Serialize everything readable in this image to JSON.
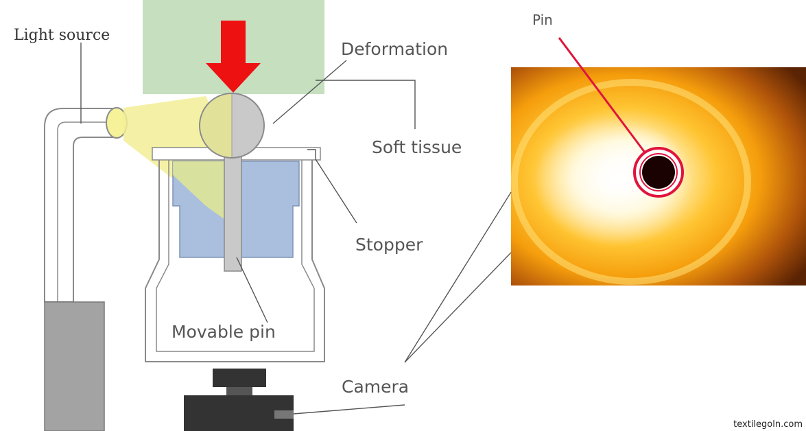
{
  "labels": {
    "light_source": "Light source",
    "deformation": "Deformation",
    "soft_tissue": "Soft tissue",
    "stopper": "Stopper",
    "movable_pin": "Movable pin",
    "camera": "Camera",
    "pin": "Pin"
  },
  "watermark": "textilegoln.com",
  "colors": {
    "force_arrow": "#ee1111",
    "soft_tissue": "#c5dfbf",
    "stopper_block": "#aabedd",
    "light_beam": "#f2ef96",
    "camera_body": "#333333",
    "light_guide_base": "#a3a3a3",
    "pin_marker": "#e0143c"
  }
}
